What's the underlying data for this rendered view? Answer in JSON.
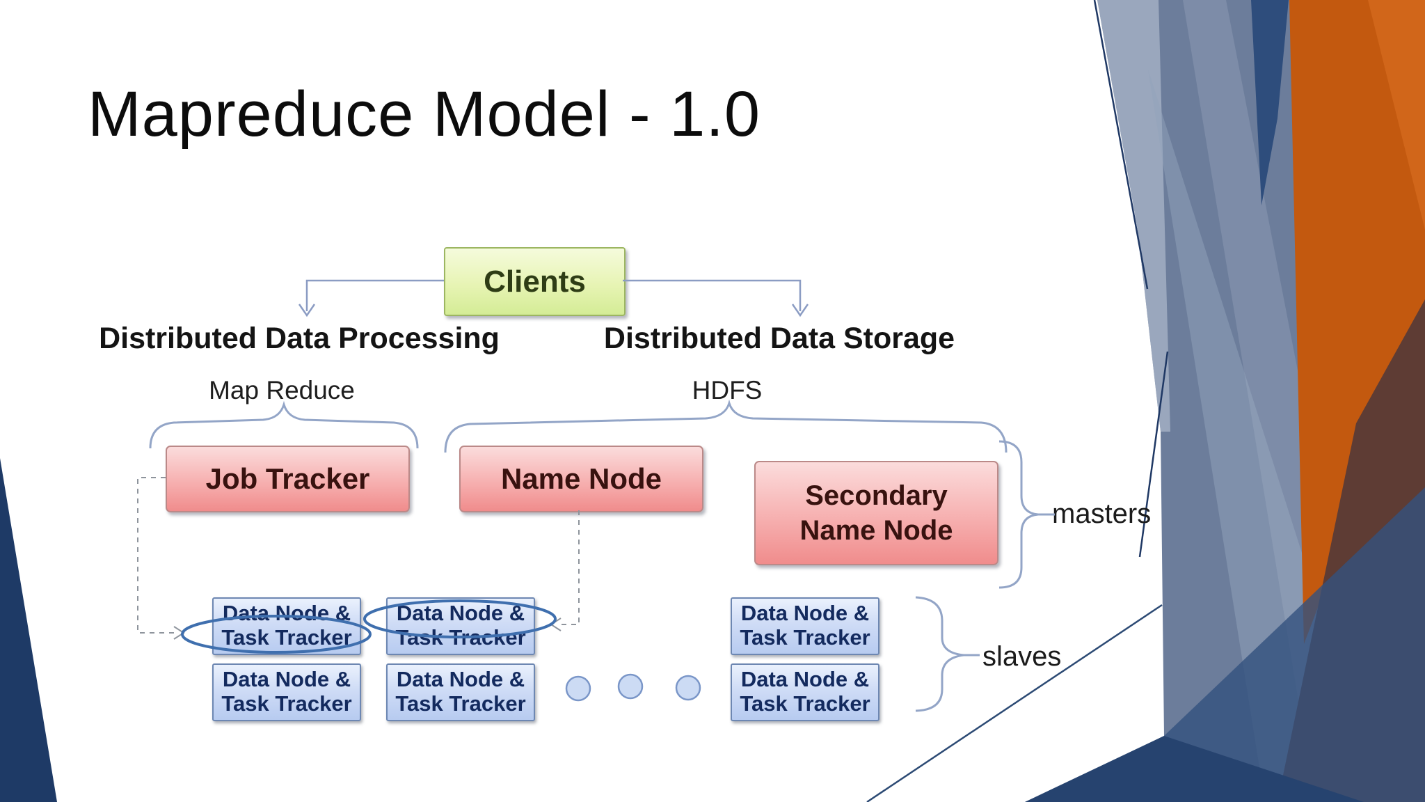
{
  "slide": {
    "title": "Mapreduce Model - 1.0"
  },
  "diagram": {
    "clients": {
      "label": "Clients"
    },
    "branches": {
      "processing": {
        "heading": "Distributed Data Processing",
        "subheading": "Map Reduce"
      },
      "storage": {
        "heading": "Distributed Data Storage",
        "subheading": "HDFS"
      }
    },
    "masters": {
      "group_label": "masters",
      "nodes": {
        "job_tracker": {
          "label": "Job Tracker"
        },
        "name_node": {
          "label": "Name Node"
        },
        "secondary_name_node": {
          "line1": "Secondary",
          "line2": "Name Node"
        }
      }
    },
    "slaves": {
      "group_label": "slaves",
      "node_line1": "Data Node &",
      "node_line2": "Task Tracker",
      "boxes_shown": 6,
      "ellipsis_dots": 3
    }
  },
  "colors": {
    "clients_box": "#e7f4b4",
    "master_box": "#f4a9a9",
    "slave_box": "#c9d9f3",
    "highlight_ellipse": "#3f6fae",
    "connector": "#8b9cc3",
    "dashed_line": "#8e949c",
    "decor_navy": "#1e3a66",
    "decor_slate": "#6c7d9b",
    "decor_orange": "#c3590f",
    "decor_brown": "#5e3c34"
  }
}
